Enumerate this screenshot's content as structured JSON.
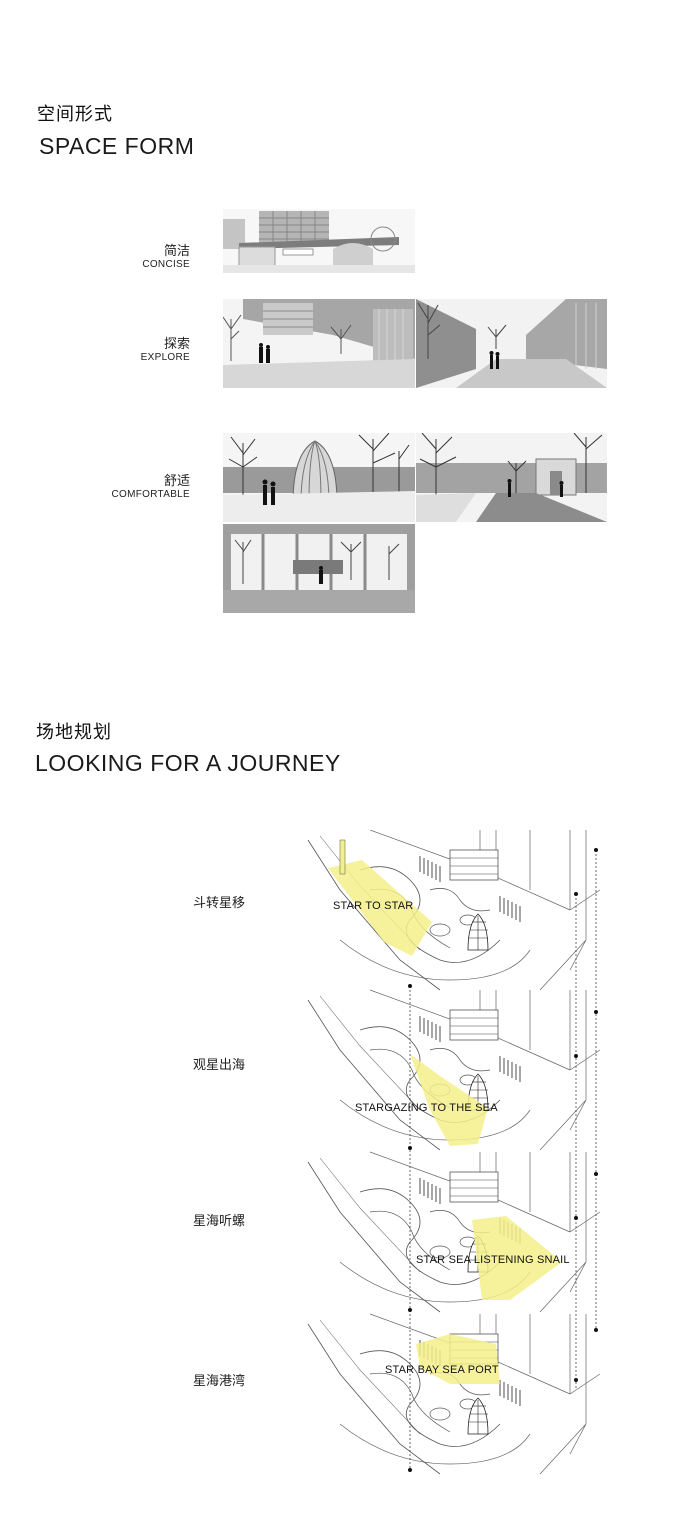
{
  "section1": {
    "title_cn": "空间形式",
    "title_en": "SPACE FORM",
    "items": [
      {
        "cn": "简洁",
        "en": "CONCISE"
      },
      {
        "cn": "探索",
        "en": "EXPLORE"
      },
      {
        "cn": "舒适",
        "en": "COMFORTABLE"
      }
    ]
  },
  "section2": {
    "title_cn": "场地规划",
    "title_en": "LOOKING FOR A JOURNEY",
    "diagrams": [
      {
        "cn": "斗转星移",
        "en": "STAR TO STAR"
      },
      {
        "cn": "观星出海",
        "en": "STARGAZING TO THE SEA"
      },
      {
        "cn": "星海听螺",
        "en": "STAR SEA LISTENING SNAIL"
      },
      {
        "cn": "星海港湾",
        "en": "STAR BAY SEA PORT"
      }
    ]
  },
  "colors": {
    "highlight": "#f3f08a",
    "panel_gray": "#a9a9a9",
    "line": "#555555"
  }
}
